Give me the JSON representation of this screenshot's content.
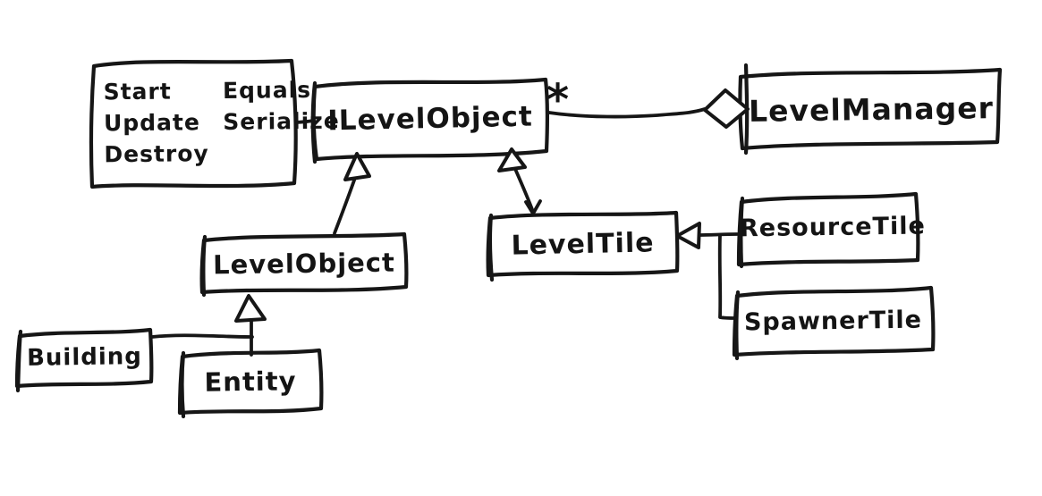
{
  "diagram": {
    "type": "uml-class-diagram",
    "style": "hand-drawn",
    "ink_color": "#161616",
    "background_color": "#ffffff",
    "nodes": {
      "interface_methods": {
        "col1": [
          "Start",
          "Update",
          "Destroy"
        ],
        "col2": [
          "Equals",
          "Serialize"
        ]
      },
      "ilevelobject": {
        "label": "ILevelObject",
        "multiplicity": "*"
      },
      "levelmanager": {
        "label": "LevelManager"
      },
      "levelobject": {
        "label": "LevelObject"
      },
      "leveltile": {
        "label": "LevelTile"
      },
      "resourcetile": {
        "label": "ResourceTile"
      },
      "spawnertile": {
        "label": "SpawnerTile"
      },
      "building": {
        "label": "Building"
      },
      "entity": {
        "label": "Entity"
      }
    },
    "relationships": [
      {
        "from": "interface_methods_note",
        "to": "ILevelObject",
        "type": "note-link"
      },
      {
        "from": "ILevelObject",
        "to": "LevelManager",
        "type": "aggregation",
        "multiplicity": "*"
      },
      {
        "from": "LevelObject",
        "to": "ILevelObject",
        "type": "realization"
      },
      {
        "from": "LevelTile",
        "to": "ILevelObject",
        "type": "realization"
      },
      {
        "from": "ResourceTile",
        "to": "LevelTile",
        "type": "inheritance"
      },
      {
        "from": "SpawnerTile",
        "to": "LevelTile",
        "type": "inheritance"
      },
      {
        "from": "Building",
        "to": "LevelObject",
        "type": "inheritance"
      },
      {
        "from": "Entity",
        "to": "LevelObject",
        "type": "inheritance"
      }
    ]
  }
}
